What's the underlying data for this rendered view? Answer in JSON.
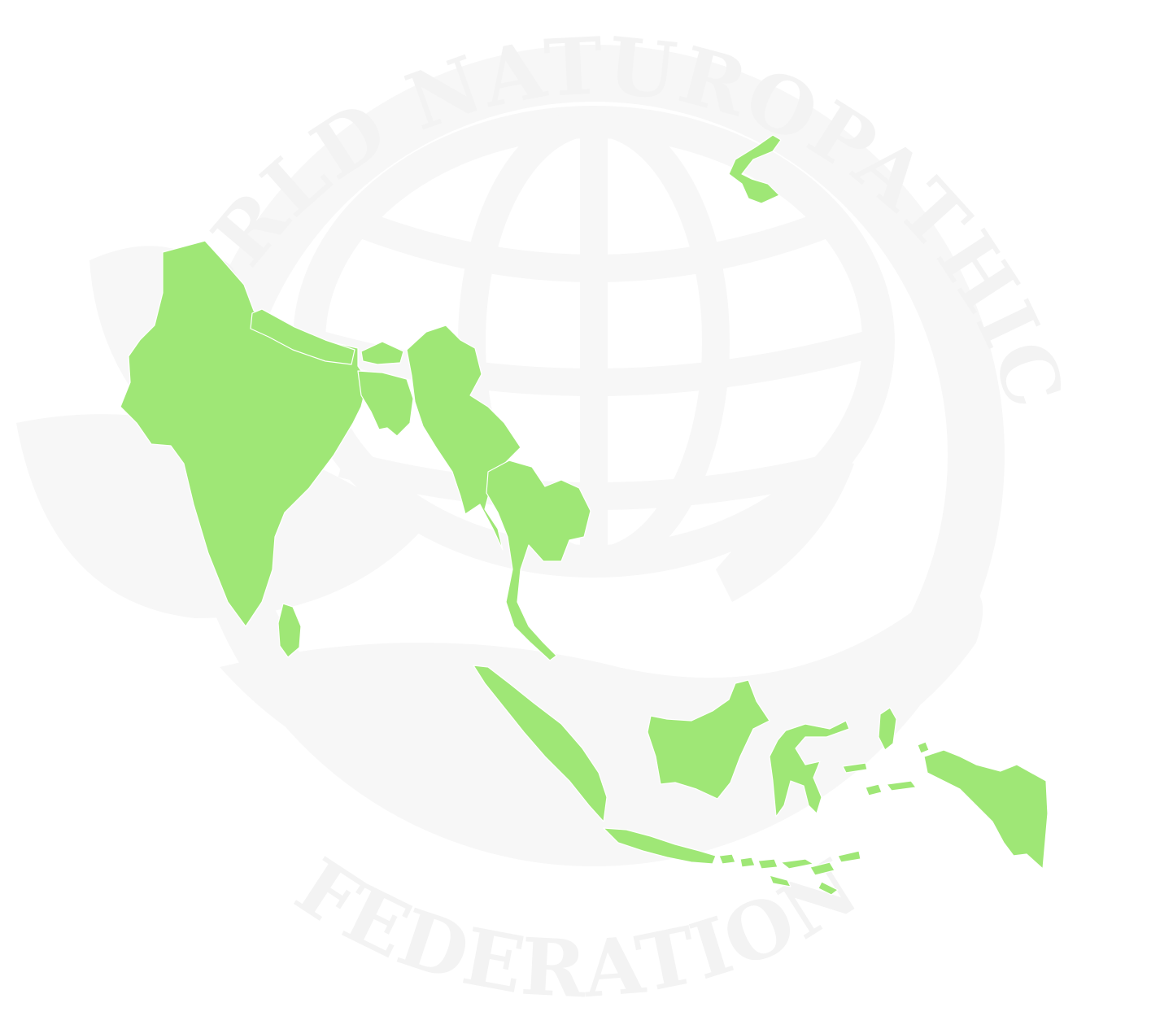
{
  "watermark": {
    "arc_top_text": "WORLD NATUROPATHIC",
    "arc_bottom_text": "FEDERATION",
    "color": "#f3f3f3"
  },
  "map": {
    "land_color": "#9fe776",
    "border_color": "#ffffff",
    "regions": [
      "India",
      "Nepal",
      "Bhutan",
      "Bangladesh",
      "Myanmar",
      "Thailand",
      "Sri Lanka",
      "North Korea",
      "Sumatra",
      "Borneo",
      "Sulawesi",
      "Java",
      "Lesser Sunda Islands",
      "Maluku",
      "Papua"
    ]
  }
}
